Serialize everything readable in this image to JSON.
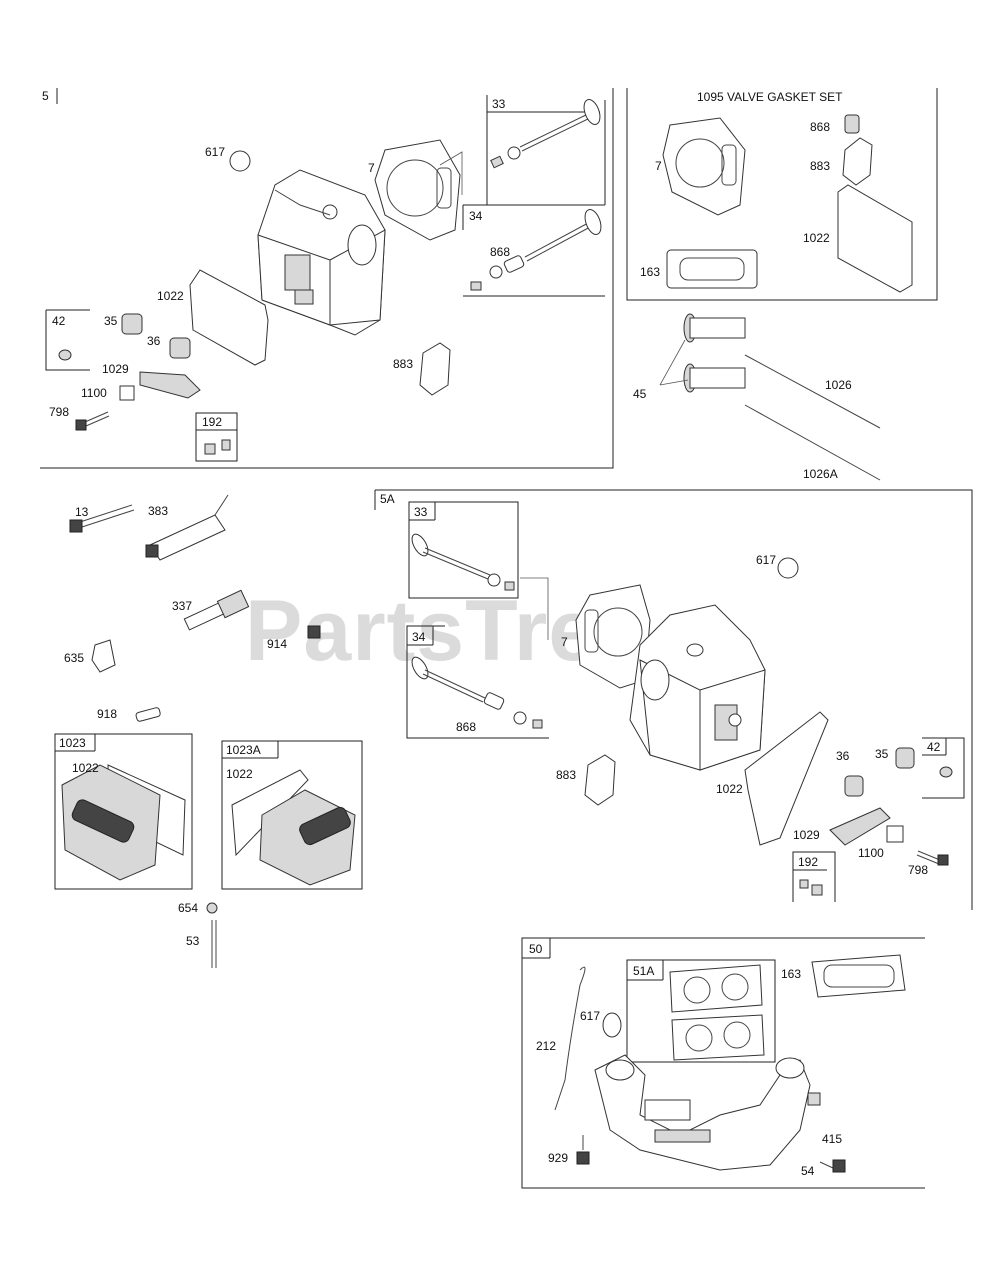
{
  "watermark": "PartsTree",
  "sections": {
    "s5": {
      "label": "5"
    },
    "s5a": {
      "label": "5A"
    },
    "s50": {
      "label": "50"
    },
    "gasket_set": {
      "title": "1095 VALVE GASKET SET"
    }
  },
  "labels": {
    "l33a": "33",
    "l617a": "617",
    "l7a": "7",
    "l34a": "34",
    "l868a": "868",
    "l1022a": "1022",
    "l42a": "42",
    "l35a": "35",
    "l36a": "36",
    "l1029a": "1029",
    "l1100a": "1100",
    "l798a": "798",
    "l192a": "192",
    "l883a": "883",
    "l868b": "868",
    "l7b": "7",
    "l883b": "883",
    "l1022b": "1022",
    "l163a": "163",
    "l45": "45",
    "l1026": "1026",
    "l1026A": "1026A",
    "l13": "13",
    "l383": "383",
    "l337": "337",
    "l914": "914",
    "l635": "635",
    "l918": "918",
    "l1023": "1023",
    "l1022c": "1022",
    "l1023A": "1023A",
    "l1022d": "1022",
    "l654": "654",
    "l53": "53",
    "l33b": "33",
    "l617b": "617",
    "l7c": "7",
    "l34b": "34",
    "l868c": "868",
    "l883c": "883",
    "l1022e": "1022",
    "l36b": "36",
    "l35b": "35",
    "l42b": "42",
    "l1029b": "1029",
    "l1100b": "1100",
    "l798b": "798",
    "l192b": "192",
    "l51A": "51A",
    "l163b": "163",
    "l617c": "617",
    "l212": "212",
    "l415": "415",
    "l929": "929",
    "l54": "54"
  }
}
